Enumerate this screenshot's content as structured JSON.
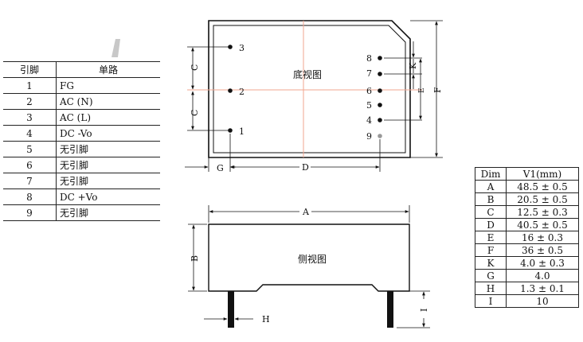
{
  "pin_table": {
    "headers": [
      "引脚",
      "单路"
    ],
    "rows": [
      {
        "pin": "1",
        "func": "FG"
      },
      {
        "pin": "2",
        "func": "AC  (N)"
      },
      {
        "pin": "3",
        "func": "AC  (L)"
      },
      {
        "pin": "4",
        "func": "DC  -Vo"
      },
      {
        "pin": "5",
        "func": "无引脚"
      },
      {
        "pin": "6",
        "func": "无引脚"
      },
      {
        "pin": "7",
        "func": "无引脚"
      },
      {
        "pin": "8",
        "func": "DC +Vo"
      },
      {
        "pin": "9",
        "func": "无引脚"
      }
    ]
  },
  "dim_table": {
    "headers": [
      "Dim",
      "V1(mm)"
    ],
    "rows": [
      {
        "dim": "A",
        "value": "48.5 ± 0.5"
      },
      {
        "dim": "B",
        "value": "20.5 ± 0.5"
      },
      {
        "dim": "C",
        "value": "12.5 ± 0.3"
      },
      {
        "dim": "D",
        "value": "40.5 ± 0.5"
      },
      {
        "dim": "E",
        "value": "16 ± 0.3"
      },
      {
        "dim": "F",
        "value": "36 ± 0.5"
      },
      {
        "dim": "K",
        "value": "4.0 ± 0.3"
      },
      {
        "dim": "G",
        "value": "4.0"
      },
      {
        "dim": "H",
        "value": "1.3 ± 0.1"
      },
      {
        "dim": "I",
        "value": "10"
      }
    ]
  },
  "bottom_view": {
    "title": "底视图",
    "pins_left": [
      "3",
      "2",
      "1"
    ],
    "pins_right": [
      "8",
      "7",
      "6",
      "5",
      "4",
      "9"
    ]
  },
  "side_view": {
    "title": "侧视图"
  },
  "dim_labels": {
    "A": "A",
    "B": "B",
    "C": "C",
    "D": "D",
    "E": "E",
    "F": "F",
    "G": "G",
    "H": "H",
    "I": "I",
    "K": "K"
  },
  "colors": {
    "center_line": "#f2a58f",
    "inactive_pin": "#999999"
  }
}
